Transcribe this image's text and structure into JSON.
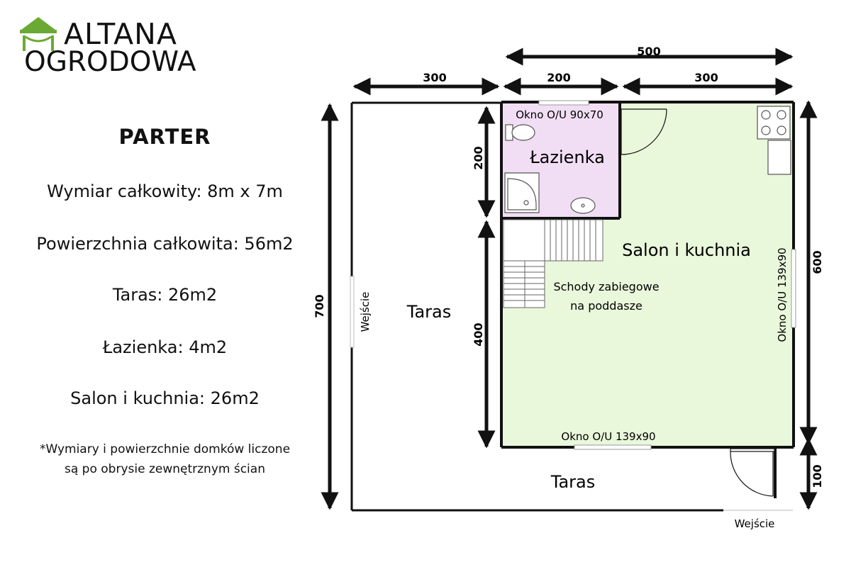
{
  "logo": {
    "line1": "ALTANA",
    "line2": "OGRODOWA",
    "accent": "#6aaa34"
  },
  "info": {
    "title": "PARTER",
    "total_dims": "Wymiar całkowity:  8m x 7m",
    "total_area": "Powierzchnia całkowita: 56m2",
    "terrace": "Taras: 26m2",
    "bathroom": "Łazienka: 4m2",
    "living": "Salon i kuchnia: 26m2",
    "note_line1": "*Wymiary i powierzchnie domków liczone",
    "note_line2": "są po obrysie zewnętrznym ścian"
  },
  "plan": {
    "dims": {
      "top_total": "500",
      "top_left": "300",
      "top_mid": "200",
      "top_right": "300",
      "left_total": "700",
      "inner_upper": "200",
      "inner_lower": "400",
      "right_upper": "600",
      "right_lower": "100"
    },
    "rooms": {
      "bathroom": "Łazienka",
      "living": "Salon i kuchnia",
      "terrace_left": "Taras",
      "terrace_bottom": "Taras",
      "stairs_line1": "Schody zabiegowe",
      "stairs_line2": "na poddasze"
    },
    "windows": {
      "bath": "Okno O/U 90x70",
      "right": "Okno O/U 139x90",
      "bottom": "Okno O/U 139x90"
    },
    "entrances": {
      "left": "Wejście",
      "bottom": "Wejście"
    },
    "colors": {
      "living_fill": "#e9f7da",
      "bath_fill": "#f2def4",
      "wall": "#111111"
    }
  }
}
